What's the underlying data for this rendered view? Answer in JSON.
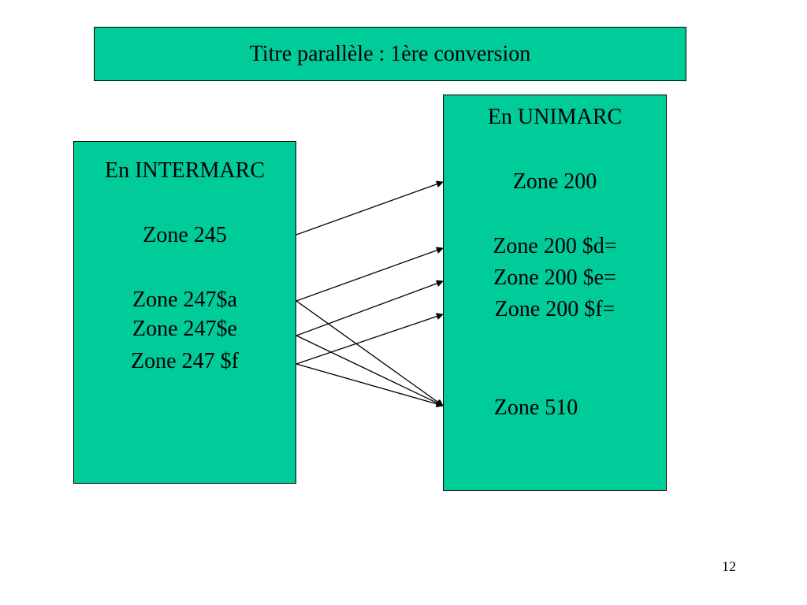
{
  "colors": {
    "box_fill": "#00cc99",
    "border": "#000000",
    "arrow": "#000000"
  },
  "title": "Titre parallèle : 1ère conversion",
  "intermarc": {
    "heading": "En INTERMARC",
    "zone_245": "Zone 245",
    "zone_247a": "Zone 247$a",
    "zone_247e": "Zone 247$e",
    "zone_247f": "Zone 247 $f"
  },
  "unimarc": {
    "heading": "En UNIMARC",
    "zone_200": "Zone 200",
    "zone_200d": "Zone 200 $d=",
    "zone_200e": "Zone 200 $e=",
    "zone_200f": "Zone 200 $f=",
    "zone_510": "Zone 510"
  },
  "mappings": [
    {
      "from": "Zone 245",
      "to": "Zone 200"
    },
    {
      "from": "Zone 247$a",
      "to": "Zone 200 $d="
    },
    {
      "from": "Zone 247$a",
      "to": "Zone 510"
    },
    {
      "from": "Zone 247$e",
      "to": "Zone 200 $e="
    },
    {
      "from": "Zone 247$e",
      "to": "Zone 510"
    },
    {
      "from": "Zone 247 $f",
      "to": "Zone 200 $f="
    },
    {
      "from": "Zone 247 $f",
      "to": "Zone 510"
    }
  ],
  "page_number": "12"
}
